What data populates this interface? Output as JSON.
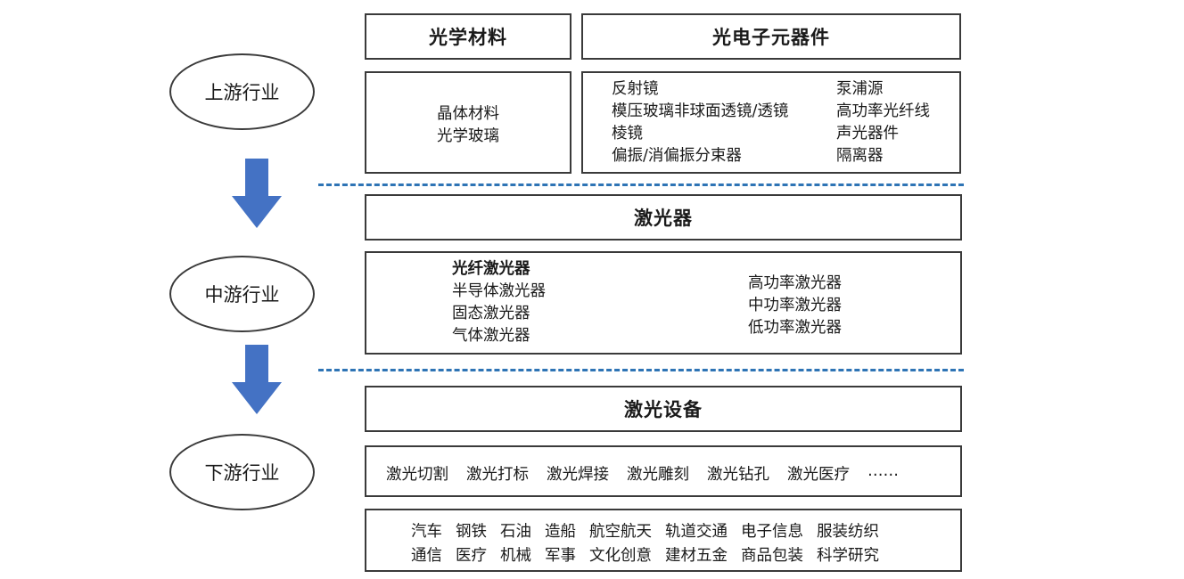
{
  "stages": {
    "upstream": "上游行业",
    "midstream": "中游行业",
    "downstream": "下游行业"
  },
  "upstream": {
    "optical_materials": {
      "title": "光学材料",
      "items": [
        "晶体材料",
        "光学玻璃"
      ]
    },
    "optoelectronic_components": {
      "title": "光电子元器件",
      "left_items": [
        "反射镜",
        "模压玻璃非球面透镜/透镜",
        "棱镜",
        "偏振/消偏振分束器"
      ],
      "right_items": [
        "泵浦源",
        "高功率光纤线",
        "声光器件",
        "隔离器"
      ]
    }
  },
  "midstream": {
    "title": "激光器",
    "by_type": [
      "光纤激光器",
      "半导体激光器",
      "固态激光器",
      "气体激光器"
    ],
    "by_power": [
      "高功率激光器",
      "中功率激光器",
      "低功率激光器"
    ]
  },
  "downstream": {
    "title": "激光设备",
    "equipment": [
      "激光切割",
      "激光打标",
      "激光焊接",
      "激光雕刻",
      "激光钻孔",
      "激光医疗",
      "……"
    ],
    "industries_row1": [
      "汽车",
      "钢铁",
      "石油",
      "造船",
      "航空航天",
      "轨道交通",
      "电子信息",
      "服装纺织"
    ],
    "industries_row2": [
      "通信",
      "医疗",
      "机械",
      "军事",
      "文化创意",
      "建材五金",
      "商品包装",
      "科学研究"
    ]
  },
  "colors": {
    "arrow": "#4472c4",
    "divider": "#2e74b5",
    "border": "#3a3a3a"
  }
}
